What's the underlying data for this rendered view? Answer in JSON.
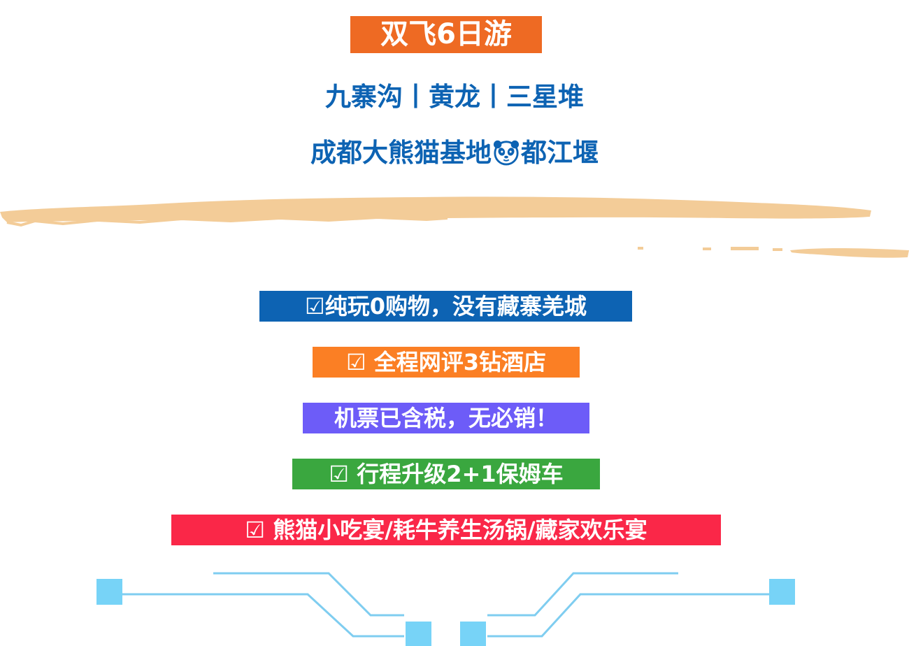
{
  "header": {
    "title": "双飞6日游",
    "line1": "九寨沟丨黄龙丨三星堆",
    "line2_left": "成都大熊猫基地",
    "line2_icon": "panda-icon",
    "line2_right": "都江堰"
  },
  "features": [
    {
      "label": "☑纯玩0购物，没有藏寨羌城"
    },
    {
      "label": "☑ 全程网评3钻酒店"
    },
    {
      "label": "机票已含税，无必销！"
    },
    {
      "label": "☑ 行程升级2+1保姆车"
    },
    {
      "label": "☑ 熊猫小吃宴/耗牛养生汤锅/藏家欢乐宴"
    }
  ],
  "colors": {
    "title_bg": "#ee6a23",
    "heading_text": "#0d63b3",
    "brush_stroke": "#f3cc98",
    "feature1_bg": "#0d63b3",
    "feature2_bg": "#fb7f24",
    "feature3_bg": "#6d5cf8",
    "feature4_bg": "#3aa73f",
    "feature5_bg": "#fa2748",
    "circuit_line": "#7fcdf0",
    "circuit_block": "#77d3f7"
  }
}
